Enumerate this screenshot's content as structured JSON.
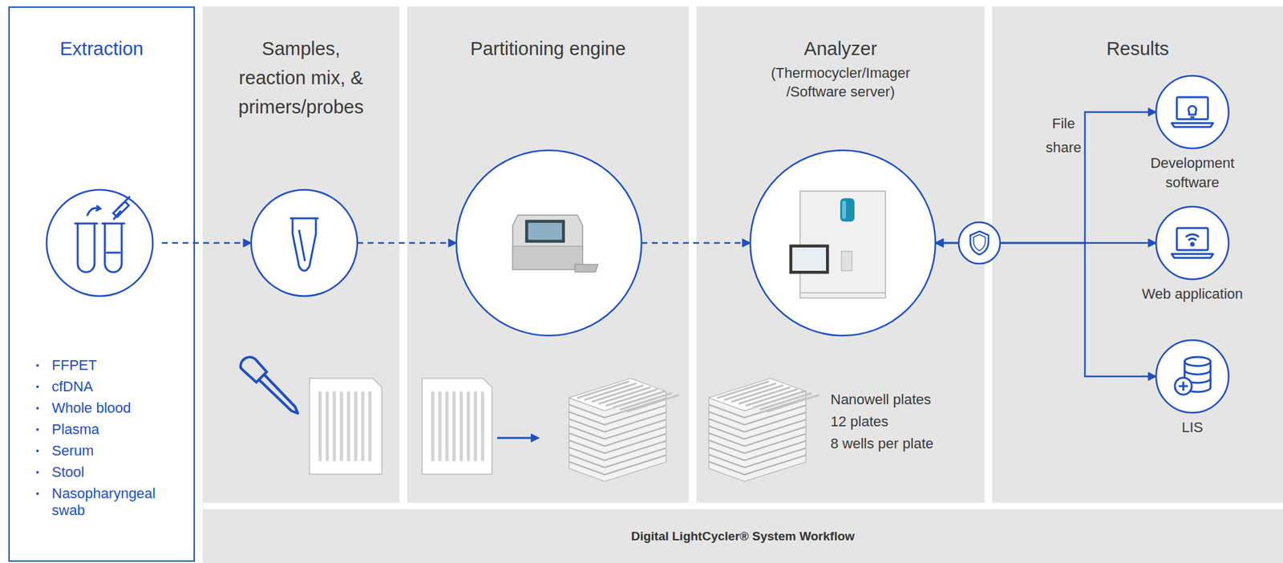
{
  "diagram": {
    "nodes": [
      {
        "text": [
          "Extraction",
          "FFPET",
          "cfDNA",
          "Whole blood",
          "Plasma",
          "Serum",
          "Stool",
          "Nasopharyngeal swab"
        ]
      },
      {
        "text": [
          "Samples, reaction mix, & primers/probes"
        ]
      },
      {
        "text": [
          "Partitioning engine"
        ]
      },
      {
        "text": [
          "Analyzer",
          "(Thermocycler/Imager /Software server)"
        ]
      },
      {
        "text": [
          "Results"
        ]
      },
      {
        "text": [
          "Development software"
        ],
        "in": 4
      },
      {
        "text": [
          "Web application"
        ],
        "in": 4
      },
      {
        "text": [
          "LIS"
        ],
        "in": 4
      },
      {
        "text": [
          "Digital LightCycler® System Workflow"
        ]
      }
    ],
    "edges": [
      {
        "from": 0,
        "to": 1,
        "arrow": "to"
      },
      {
        "from": 1,
        "to": 2,
        "arrow": "to"
      },
      {
        "from": 2,
        "to": 3,
        "arrow": "to"
      },
      {
        "from": 3,
        "to": 5,
        "arrow": "both"
      },
      {
        "from": 3,
        "to": 6,
        "arrow": "both"
      },
      {
        "from": 3,
        "to": 7,
        "arrow": "both"
      }
    ],
    "labels": [
      "File share",
      "Nanowell plates",
      "12 plates",
      "8 wells per plate"
    ]
  }
}
